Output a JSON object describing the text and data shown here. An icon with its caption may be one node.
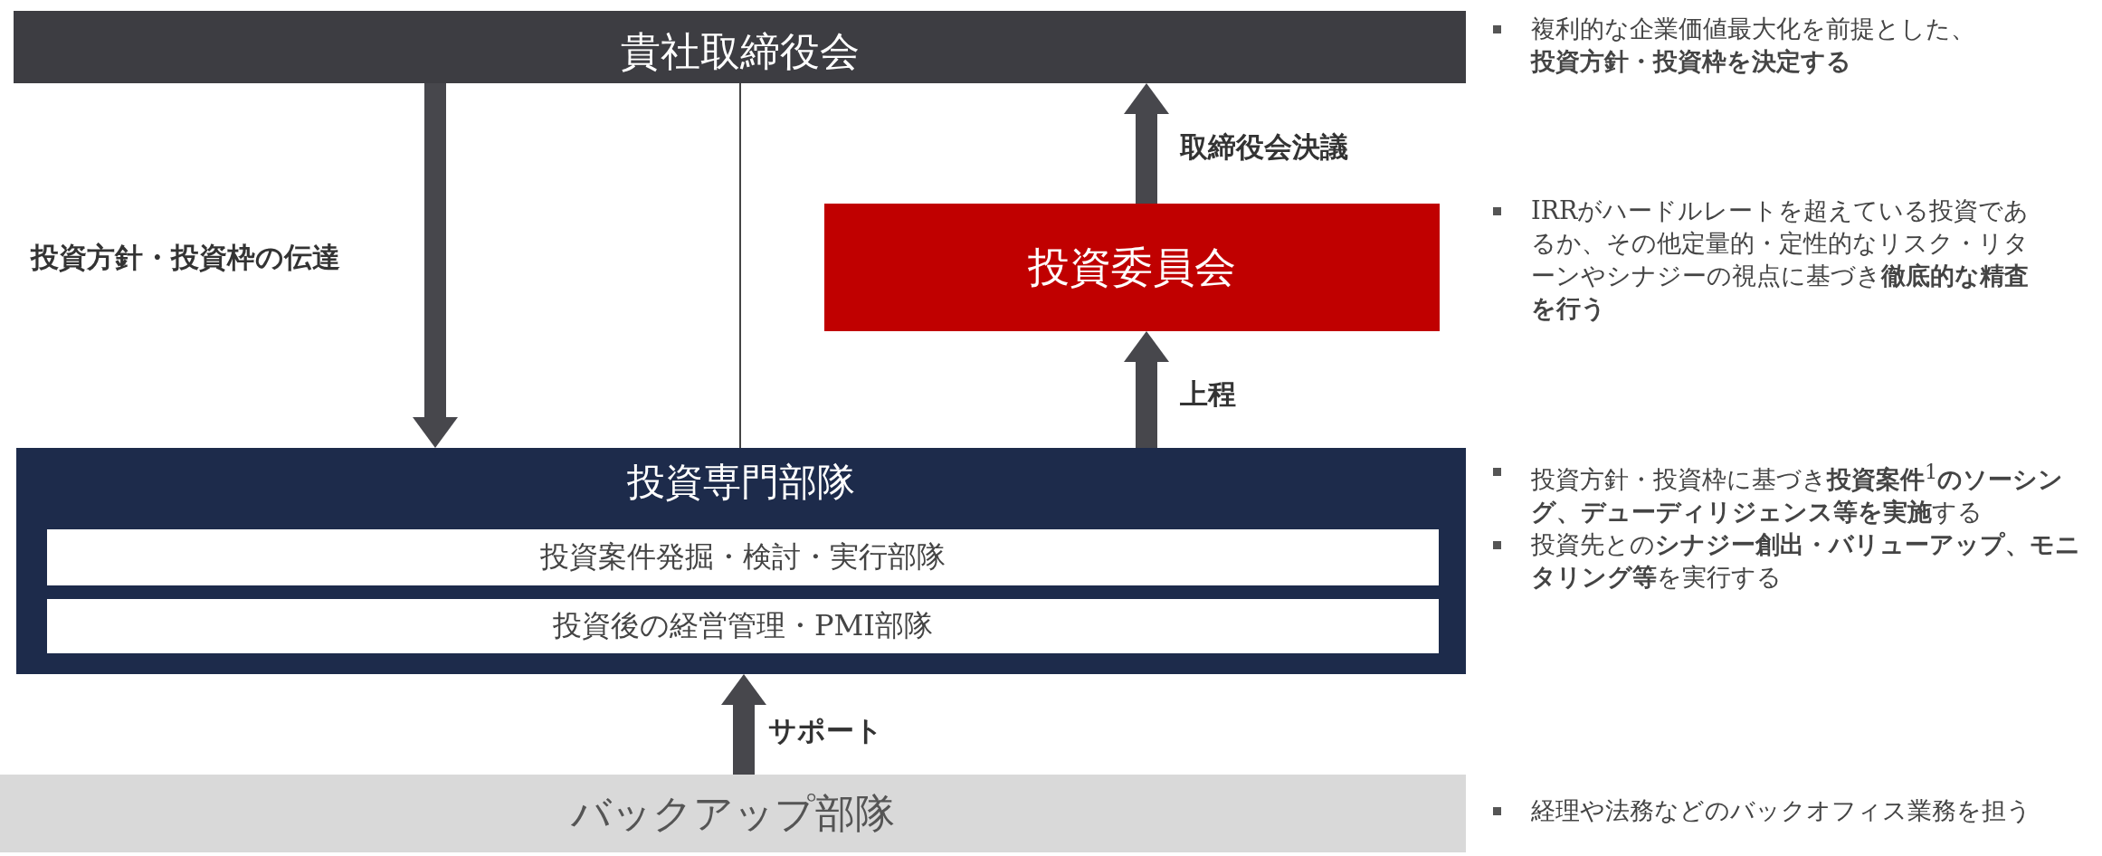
{
  "diagram": {
    "nodes": [
      {
        "text": [
          "貴社取締役会"
        ],
        "beside": [
          "複利的な企業価値最大化を前提とした、**投資方針・投資枠を決定する**"
        ]
      },
      {
        "text": [
          "投資委員会"
        ],
        "beside": [
          "IRRがハードルレートを超えている投資であるか、その他定量的・定性的なリスク・リターンやシナジーの視点に基づき**徹底的な精査を行う**"
        ]
      },
      {
        "text": [
          "投資専門部隊"
        ],
        "beside": [
          "投資方針・投資枠に基づき**投資案件**$^{1}$**のソーシング、デューディリジェンス等を実施**する",
          "投資先との**シナジー創出・バリューアップ、モニタリング等**を実行する"
        ]
      },
      {
        "text": [
          "投資案件発掘・検討・実行部隊"
        ],
        "in": 2
      },
      {
        "text": [
          "投資後の経営管理・PMI部隊"
        ],
        "in": 2
      },
      {
        "text": [
          "バックアップ部隊"
        ],
        "beside": [
          "経理や法務などのバックオフィス業務を担う"
        ]
      }
    ],
    "edges": [
      {
        "from": 0,
        "to": 2,
        "arrow": "to",
        "label": "投資方針・投資枠の伝達"
      },
      {
        "from": 0,
        "to": 2,
        "arrow": "none"
      },
      {
        "from": 2,
        "to": 1,
        "arrow": "to",
        "label": "上程"
      },
      {
        "from": 1,
        "to": 0,
        "arrow": "to",
        "label": "取締役会決議"
      },
      {
        "from": 5,
        "to": 2,
        "arrow": "to",
        "label": "サポート"
      }
    ]
  }
}
